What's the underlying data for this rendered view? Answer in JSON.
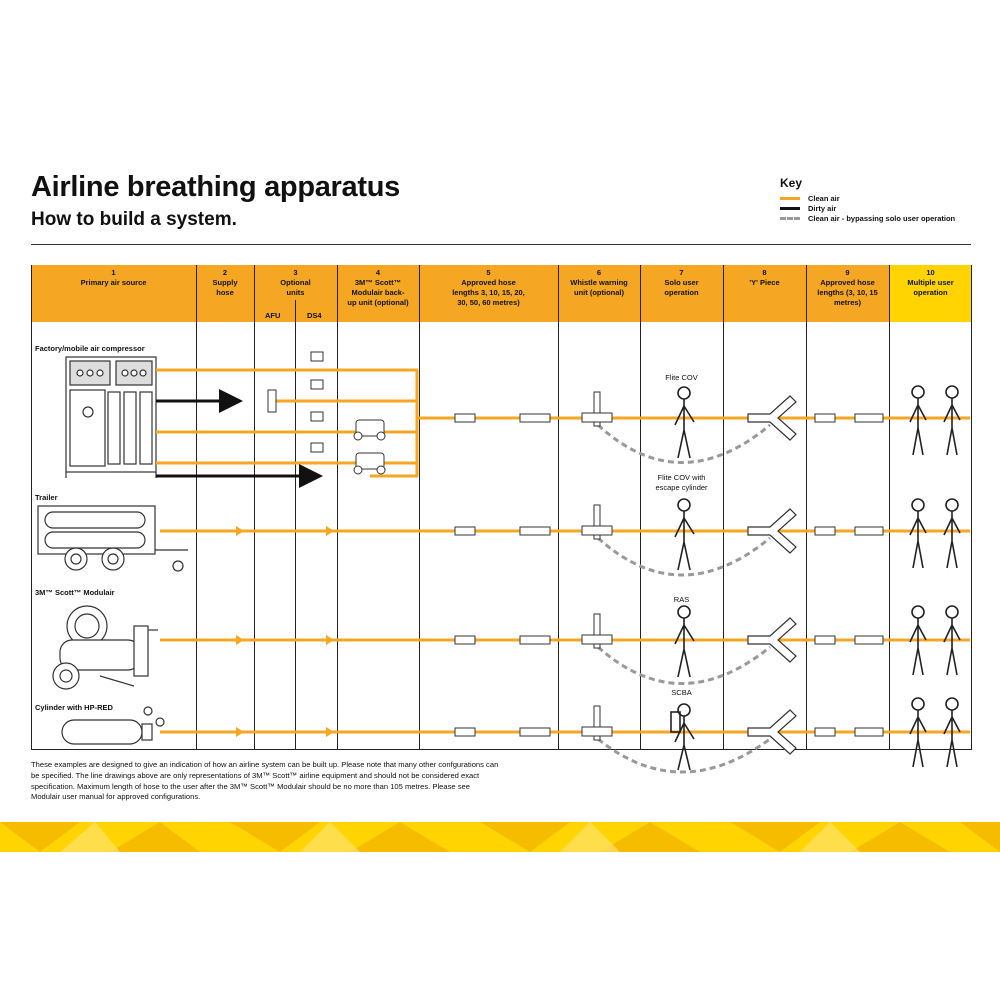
{
  "title": "Airline breathing apparatus",
  "subtitle": "How to build a system.",
  "key": {
    "title": "Key",
    "items": [
      {
        "label": "Clean air",
        "style": "clean",
        "color": "#f5a623"
      },
      {
        "label": "Dirty air",
        "style": "dirty",
        "color": "#111111"
      },
      {
        "label": "Clean air - bypassing solo user operation",
        "style": "bypass",
        "color": "#999999"
      }
    ]
  },
  "columns": [
    {
      "num": "1",
      "label": "Primary air source"
    },
    {
      "num": "2",
      "label": "Supply hose"
    },
    {
      "num": "3",
      "label": "Optional units"
    },
    {
      "num": "4",
      "label": "3M™ Scott™ Modulair back-up unit (optional)"
    },
    {
      "num": "5",
      "label": "Approved hose lengths 3, 10, 15, 20, 30, 50, 60 metres)"
    },
    {
      "num": "6",
      "label": "Whistle warning unit (optional)"
    },
    {
      "num": "7",
      "label": "Solo user operation"
    },
    {
      "num": "8",
      "label": "'Y' Piece"
    },
    {
      "num": "9",
      "label": "Approved hose lengths (3, 10, 15 metres)"
    },
    {
      "num": "10",
      "label": "Multiple user operation"
    }
  ],
  "optional_units": {
    "afu": "AFU",
    "ds4": "DS4"
  },
  "rows": [
    {
      "label": "Factory/mobile air compressor",
      "user_label": "Flite COV"
    },
    {
      "label": "Trailer",
      "user_label": "Flite COV with escape cylinder"
    },
    {
      "label": "3M™ Scott™ Modulair",
      "user_label": "RAS"
    },
    {
      "label": "Cylinder with HP-RED",
      "user_label": "SCBA"
    }
  ],
  "footnote": "These examples are designed to give an indication of how an airline system can be built up. Please note that many other confgurations can be specified. The line drawings above are only representations of 3M™ Scott™ airline equipment and should not be considered exact specification. Maximum length of hose to the user after the 3M™ Scott™ Modulair should be no more than 105 metres. Please see Modulair user manual for approved configurations.",
  "colors": {
    "header": "#f5a623",
    "header_last": "#ffd400",
    "clean_air": "#f5a623",
    "band": "#ffd400"
  }
}
